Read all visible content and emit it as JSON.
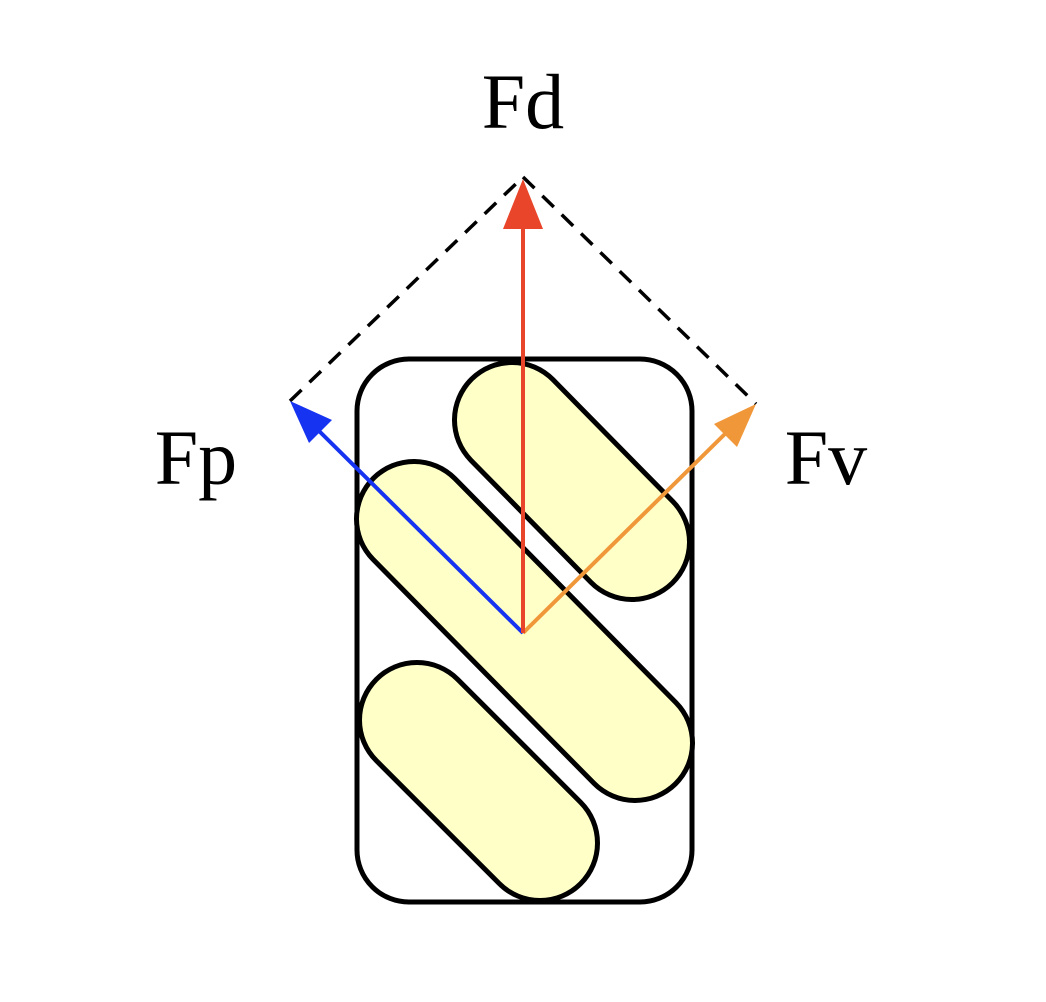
{
  "labels": {
    "resultant": "Fd",
    "left_component": "Fp",
    "right_component": "Fv"
  },
  "colors": {
    "background": "#ffffff",
    "outline": "#000000",
    "capsule_fill": "#ffffc8",
    "resultant_arrow": "#e8452a",
    "left_arrow": "#1533f0",
    "right_arrow": "#f0973a",
    "dashed_lines": "#000000"
  }
}
